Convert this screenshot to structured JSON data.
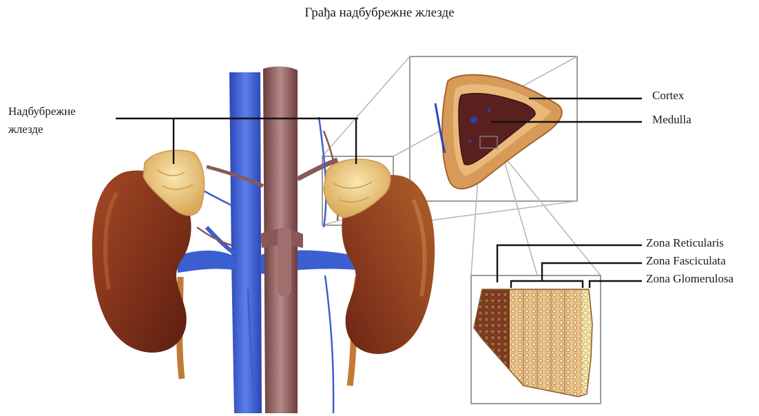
{
  "title": "Грађа надбубрежне жлезде",
  "labels": {
    "adrenal_line1": "Надбубрежне",
    "adrenal_line2": "жлезде",
    "cortex": "Cortex",
    "medulla": "Medulla",
    "zona_reticularis": "Zona Reticularis",
    "zona_fasciculata": "Zona Fasciculata",
    "zona_glomerulosa": "Zona Glomerulosa"
  },
  "colors": {
    "vena_cava": "#3b5fd0",
    "aorta": "#8a5858",
    "kidney": "#8a3b1e",
    "adrenal_gland": "#f0cf86",
    "ureter": "#c27a35",
    "medulla": "#5a2020",
    "leader_line": "#111111",
    "zoom_frame": "#9a9a9a"
  }
}
